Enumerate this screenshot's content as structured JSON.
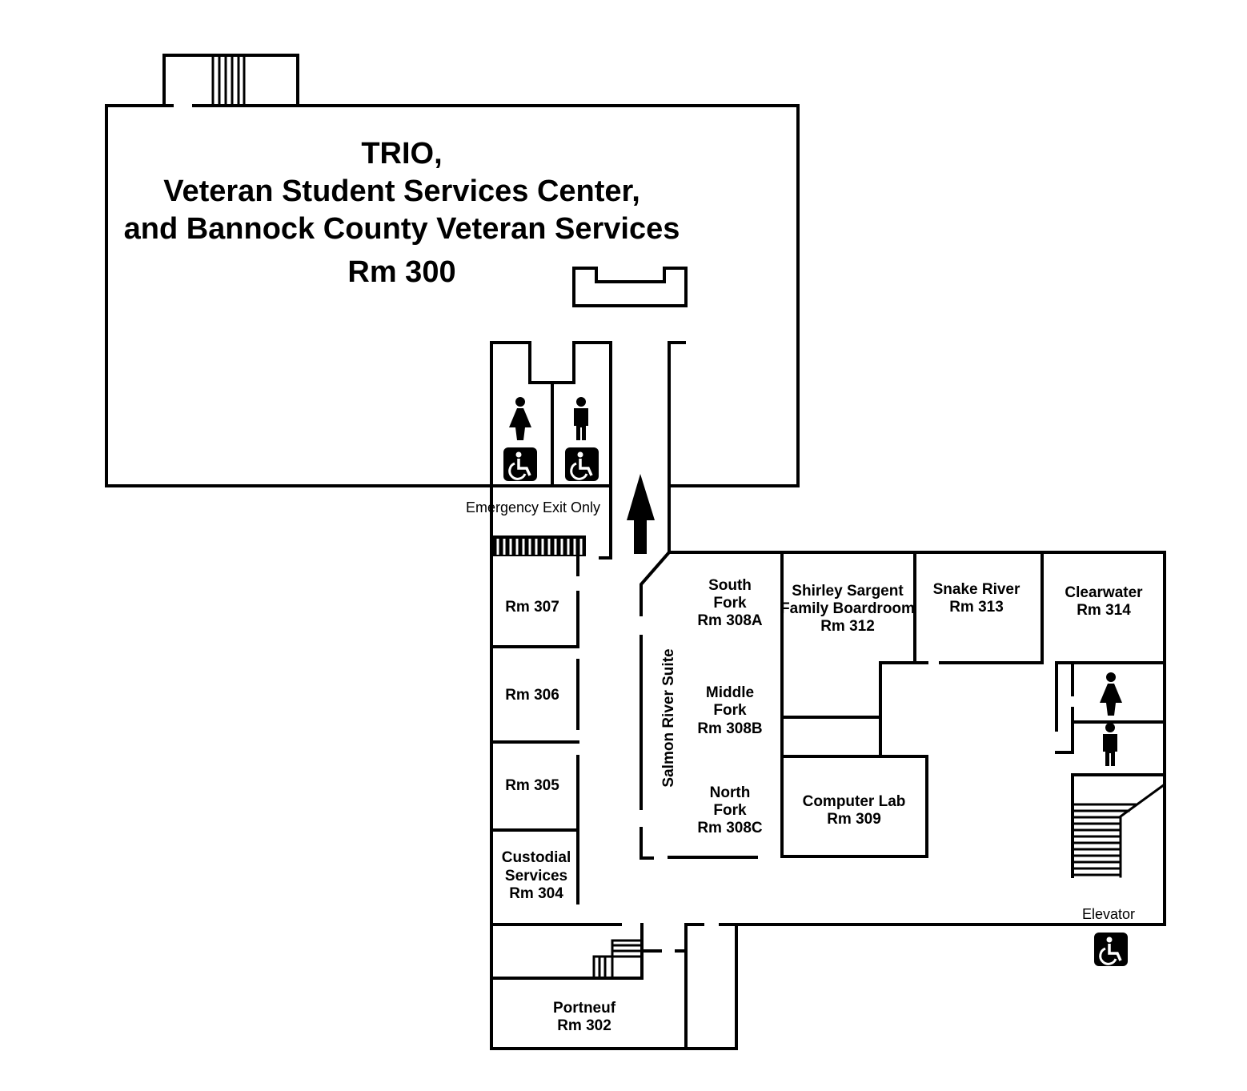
{
  "title_room": {
    "lines": [
      "TRIO,",
      "Veteran Student Services Center,",
      "and Bannock County Veteran Services",
      "Rm 300"
    ]
  },
  "labels": {
    "emergency_exit": "Emergency Exit Only",
    "elevator": "Elevator",
    "salmon_suite": "Salmon River Suite"
  },
  "rooms": {
    "rm307": [
      "Rm 307"
    ],
    "rm306": [
      "Rm 306"
    ],
    "rm305": [
      "Rm 305"
    ],
    "rm304": [
      "Custodial",
      "Services",
      "Rm 304"
    ],
    "rm302": [
      "Portneuf",
      "Rm 302"
    ],
    "rm308a": [
      "South",
      "Fork",
      "Rm 308A"
    ],
    "rm308b": [
      "Middle",
      "Fork",
      "Rm 308B"
    ],
    "rm308c": [
      "North",
      "Fork",
      "Rm 308C"
    ],
    "rm312": [
      "Shirley Sargent",
      "Family Boardroom",
      "Rm 312"
    ],
    "rm313": [
      "Snake River",
      "Rm 313"
    ],
    "rm314": [
      "Clearwater",
      "Rm 314"
    ],
    "rm309": [
      "Computer Lab",
      "Rm 309"
    ]
  },
  "icons": [
    "woman-restroom-icon",
    "man-restroom-icon",
    "wheelchair-accessible-icon",
    "up-arrow-icon",
    "stairs-icon"
  ]
}
